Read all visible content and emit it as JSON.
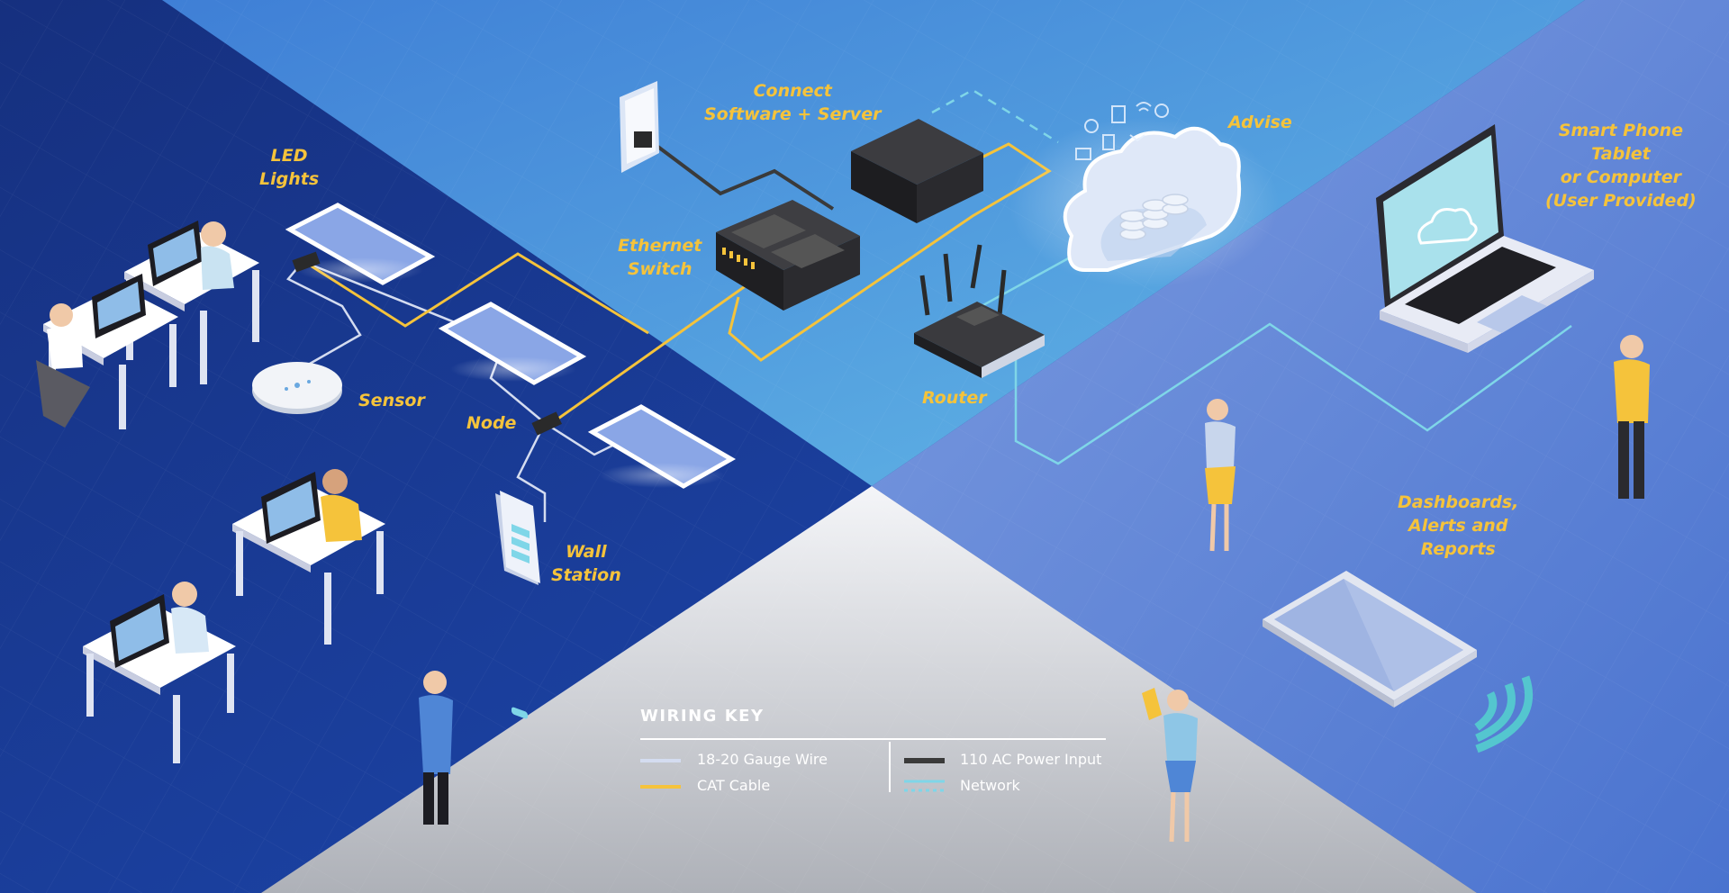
{
  "labels": {
    "led_lights": [
      "LED",
      "Lights"
    ],
    "sensor": "Sensor",
    "node": "Node",
    "wall_station": [
      "Wall",
      "Station"
    ],
    "ethernet_switch": [
      "Ethernet",
      "Switch"
    ],
    "connect": [
      "Connect",
      "Software + Server"
    ],
    "router": "Router",
    "advise": "Advise",
    "smart_phone": [
      "Smart Phone",
      "Tablet",
      "or Computer",
      "(User Provided)"
    ],
    "dashboards": [
      "Dashboards,",
      "Alerts and",
      "Reports"
    ]
  },
  "wiring_key": {
    "title": "WIRING KEY",
    "items": [
      {
        "label": "18-20 Gauge Wire",
        "color": "#d4dcf0",
        "style": "solid"
      },
      {
        "label": "CAT Cable",
        "color": "#f5c33b",
        "style": "solid"
      },
      {
        "label": "110 AC Power Input",
        "color": "#3a3a3a",
        "style": "solid"
      },
      {
        "label": "Network",
        "color": "#7fd6e8",
        "style": "dashed"
      }
    ]
  },
  "colors": {
    "label": "#f5c33b",
    "gauge_wire": "#d4dcf0",
    "cat_cable": "#f5c33b",
    "power": "#3a3a3a",
    "network": "#7fd6e8"
  }
}
